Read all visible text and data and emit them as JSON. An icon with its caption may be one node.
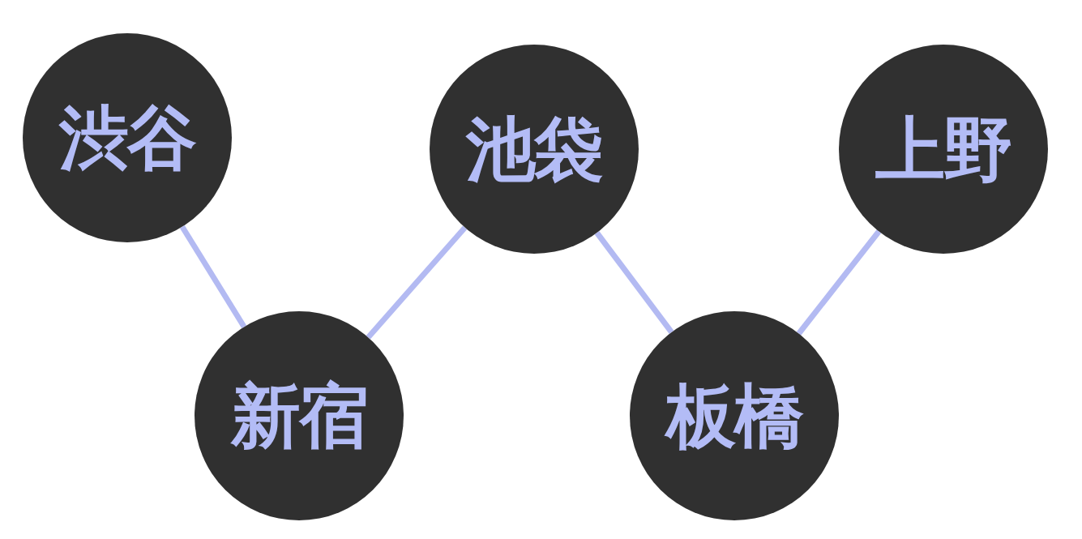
{
  "diagram": {
    "nodes": [
      {
        "text": [
          "渋谷"
        ]
      },
      {
        "text": [
          "新宿"
        ]
      },
      {
        "text": [
          "池袋"
        ]
      },
      {
        "text": [
          "板橋"
        ]
      },
      {
        "text": [
          "上野"
        ]
      }
    ],
    "edges": [
      {
        "from": 0,
        "to": 1,
        "arrow": "none"
      },
      {
        "from": 1,
        "to": 2,
        "arrow": "none"
      },
      {
        "from": 2,
        "to": 3,
        "arrow": "none"
      },
      {
        "from": 3,
        "to": 4,
        "arrow": "none"
      }
    ]
  }
}
